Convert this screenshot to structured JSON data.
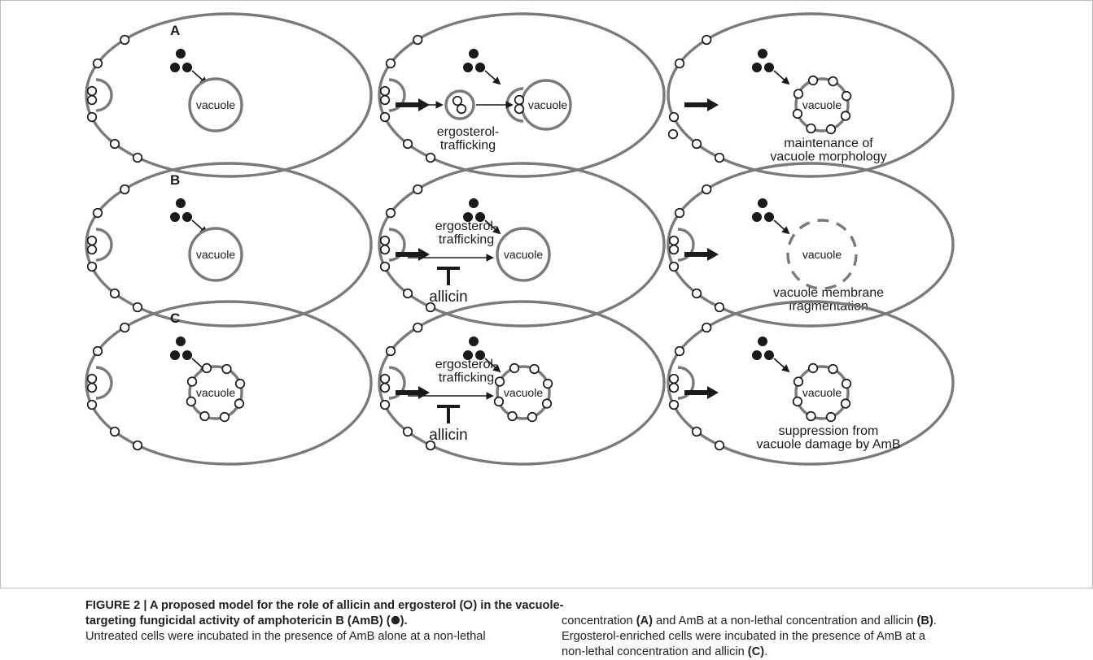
{
  "panels": [
    {
      "letter": "A",
      "cells": [
        {
          "vacuole": "vacuole",
          "note": ""
        },
        {
          "vacuole": "vacuole",
          "note": "ergosterol-\ntrafficking"
        },
        {
          "vacuole": "vacuole",
          "note": "maintenance of\nvacuole morphology"
        }
      ]
    },
    {
      "letter": "B",
      "cells": [
        {
          "vacuole": "vacuole",
          "note": ""
        },
        {
          "vacuole": "vacuole",
          "note": "ergosterol-\ntrafficking",
          "inhibitor": "allicin"
        },
        {
          "vacuole": "vacuole",
          "note": "vacuole membrane\nfragmentation"
        }
      ]
    },
    {
      "letter": "C",
      "cells": [
        {
          "vacuole": "vacuole",
          "note": ""
        },
        {
          "vacuole": "vacuole",
          "note": "ergosterol-\ntrafficking",
          "inhibitor": "allicin"
        },
        {
          "vacuole": "vacuole",
          "note": "suppression from\nvacuole damage by AmB"
        }
      ]
    }
  ],
  "caption": {
    "left_bold_1": "FIGURE 2 | A proposed model for the role of allicin and ergosterol (",
    "left_bold_2": ") in the vacuole-targeting fungicidal activity of amphotericin B (AmB) (",
    "left_bold_3": ").",
    "left_text": "Untreated cells were incubated in the presence of AmB alone at a non-lethal",
    "right_1": "concentration",
    "right_A": "(A)",
    "right_2": "and AmB at a non-lethal concentration and allicin",
    "right_B": "(B)",
    "right_3": ".",
    "right_4": "Ergosterol-enriched cells were incubated in the presence of AmB at a",
    "right_5": "non-lethal concentration and allicin",
    "right_C": "(C)",
    "right_6": "."
  },
  "colors": {
    "membrane": "#7a7a7a",
    "ink": "#1a1a1a"
  }
}
